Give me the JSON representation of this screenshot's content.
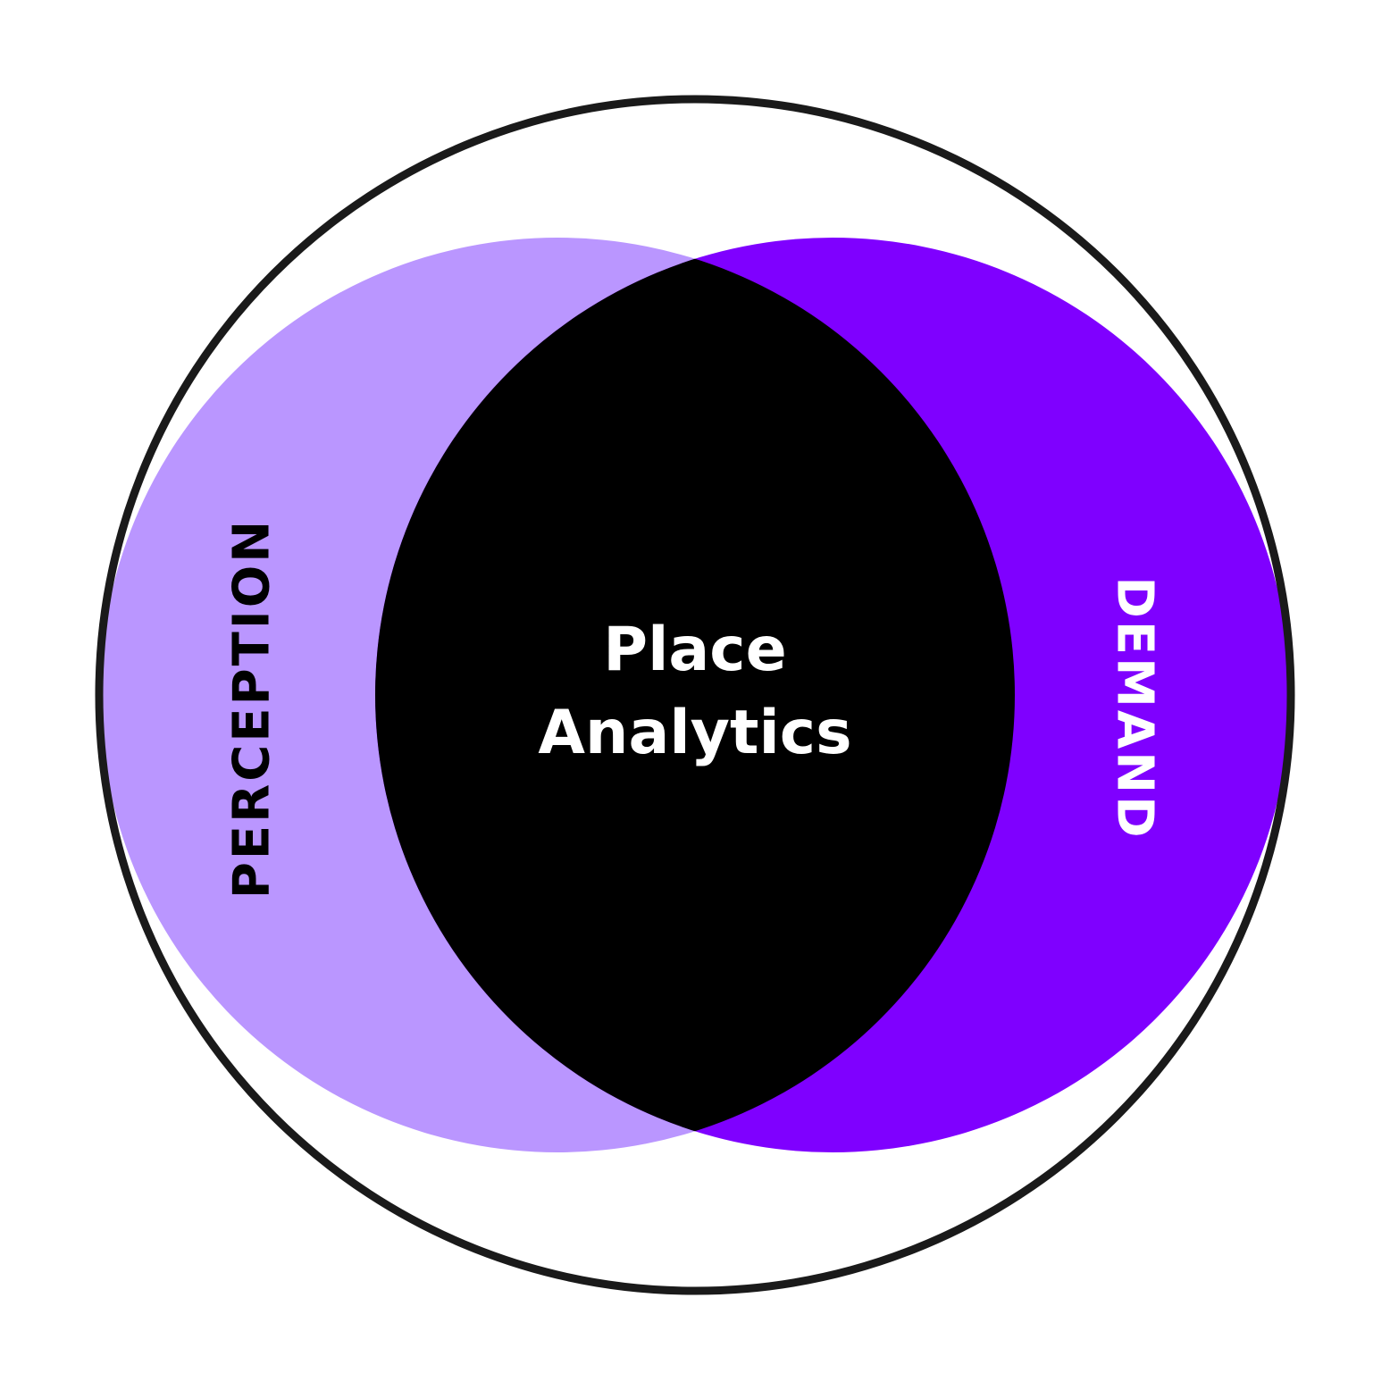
{
  "diagram": {
    "type": "venn",
    "left_set": {
      "label": "PERCEPTION",
      "color": "#BA96FF"
    },
    "right_set": {
      "label": "DEMAND",
      "color": "#7F00FF"
    },
    "intersection": {
      "line1": "Place",
      "line2": "Analytics",
      "color": "#000000",
      "text_color": "#FFFFFF"
    },
    "outer_ring_color": "#1A1A1A",
    "background": "#FFFFFF"
  }
}
